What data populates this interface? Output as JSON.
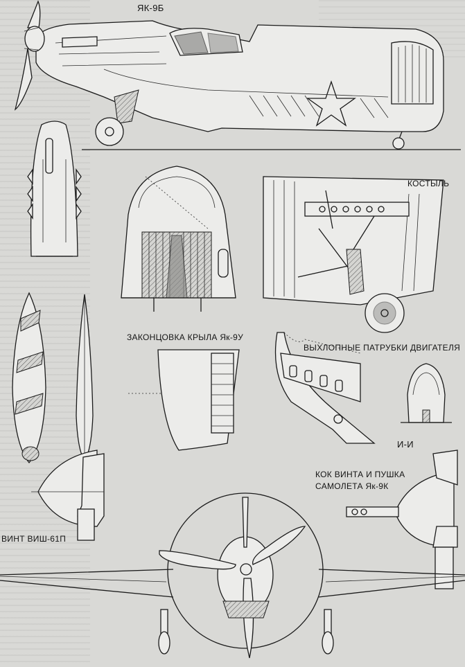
{
  "labels": {
    "main_title": "ЯК-9Б",
    "tail_skid": "КОСТЫЛЬ",
    "wingtip": "ЗАКОНЦОВКА КРЫЛА Як-9У",
    "exhaust": "ВЫХЛОПНЫЕ ПАТРУБКИ ДВИГАТЕЛЯ",
    "section": "И-И",
    "spinner_line1": "КОК ВИНТА И ПУШКА",
    "spinner_line2": "САМОЛЕТА Як-9К",
    "propeller": "ВИНТ ВИШ-61П"
  }
}
